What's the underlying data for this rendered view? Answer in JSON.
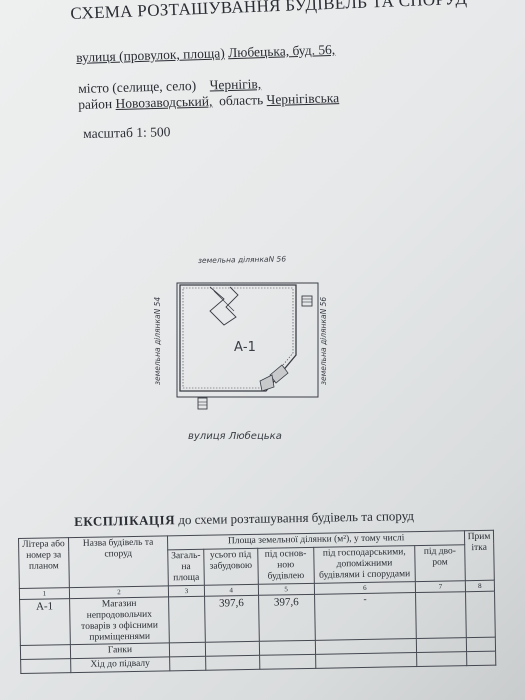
{
  "header": {
    "title": "СХЕМА РОЗТАШУВАННЯ БУДІВЕЛЬ ТА СПОРУД",
    "street_label": "вулиця (провулок, площа)",
    "street_value": "Любецька, буд. 56,",
    "city_label": "місто (селище, село)",
    "city_value": "Чернігів,",
    "district_label": "район",
    "district_value": "Новозаводський,",
    "region_label": "область",
    "region_value": "Чернігівська",
    "scale": "масштаб 1: 500"
  },
  "plan": {
    "top_label": "земельна ділянкаN 56",
    "left_label": "земельна ділянкаN 54",
    "right_label": "земельна ділянкаN 56",
    "building_label": "А-1",
    "street_label": "вулиця Любецька"
  },
  "explication": {
    "title_bold": "ЕКСПЛІКАЦІЯ",
    "title_rest": "до схеми розташування будівель та споруд",
    "headers": {
      "litera": "Літера або номер за планом",
      "name": "Назва будівель та споруд",
      "area_group": "Площа земельної ділянки (м²), у тому числі",
      "total": "Загаль-на площа",
      "built": "усього під забудовою",
      "main": "під основ-ною будівлею",
      "aux": "під господарськими, допоміжними будівлями і спорудами",
      "yard": "під дво-ром",
      "note": "Прим ітка"
    },
    "col_numbers": [
      "1",
      "2",
      "3",
      "4",
      "5",
      "6",
      "7",
      "8"
    ],
    "rows": [
      {
        "litera": "А-1",
        "name": "Магазин непродовольчих товарів з офісними приміщеннями",
        "total": "",
        "built": "397,6",
        "main": "397,6",
        "aux": "-",
        "yard": "",
        "note": ""
      },
      {
        "litera": "",
        "name": "Ганки",
        "total": "",
        "built": "",
        "main": "",
        "aux": "",
        "yard": "",
        "note": ""
      },
      {
        "litera": "",
        "name": "Хід до підвалу",
        "total": "",
        "built": "",
        "main": "",
        "aux": "",
        "yard": "",
        "note": ""
      }
    ]
  }
}
